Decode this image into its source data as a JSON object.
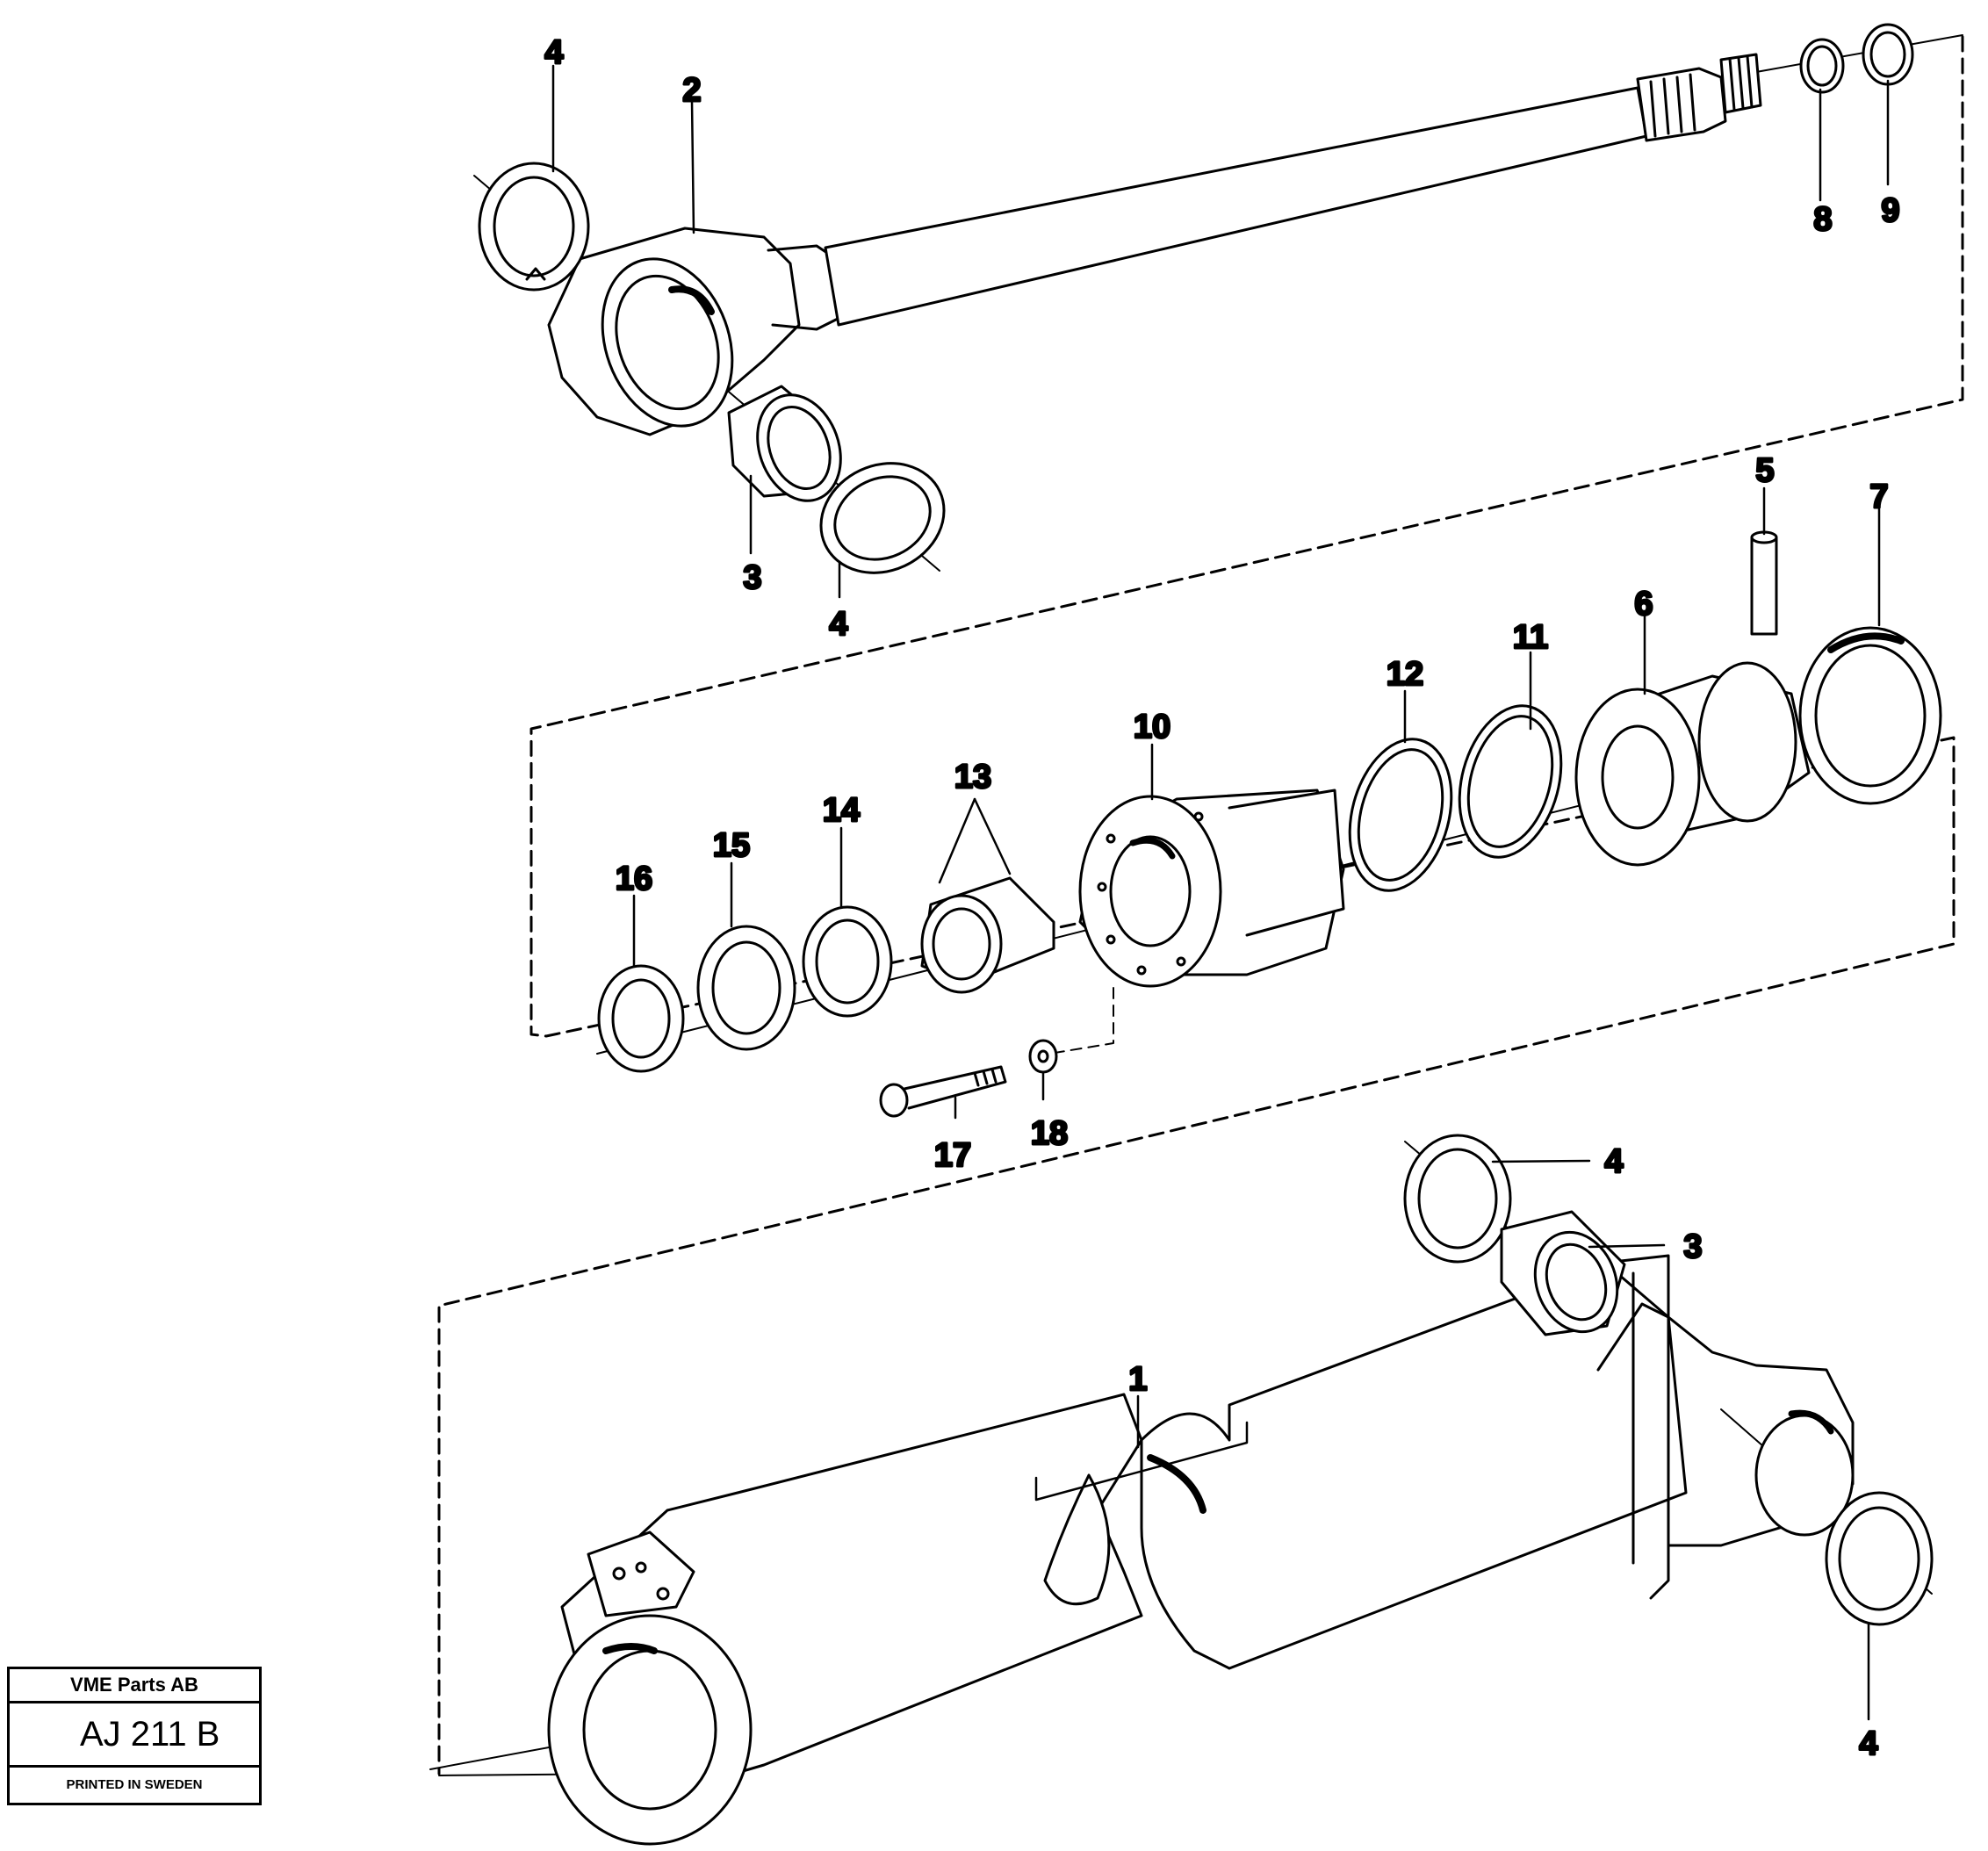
{
  "callouts": [
    {
      "id": "c-4a",
      "text": "4"
    },
    {
      "id": "c-2",
      "text": "2"
    },
    {
      "id": "c-8",
      "text": "8"
    },
    {
      "id": "c-9",
      "text": "9"
    },
    {
      "id": "c-3a",
      "text": "3"
    },
    {
      "id": "c-4b",
      "text": "4"
    },
    {
      "id": "c-5",
      "text": "5"
    },
    {
      "id": "c-7",
      "text": "7"
    },
    {
      "id": "c-6",
      "text": "6"
    },
    {
      "id": "c-11",
      "text": "11"
    },
    {
      "id": "c-12",
      "text": "12"
    },
    {
      "id": "c-10",
      "text": "10"
    },
    {
      "id": "c-13",
      "text": "13"
    },
    {
      "id": "c-14",
      "text": "14"
    },
    {
      "id": "c-15",
      "text": "15"
    },
    {
      "id": "c-16",
      "text": "16"
    },
    {
      "id": "c-17",
      "text": "17"
    },
    {
      "id": "c-18",
      "text": "18"
    },
    {
      "id": "c-4c",
      "text": "4"
    },
    {
      "id": "c-3b",
      "text": "3"
    },
    {
      "id": "c-1",
      "text": "1"
    },
    {
      "id": "c-4d",
      "text": "4"
    }
  ],
  "stamp": {
    "company": "VME Parts AB",
    "code": "AJ 211 B",
    "printed": "PRINTED IN SWEDEN"
  }
}
